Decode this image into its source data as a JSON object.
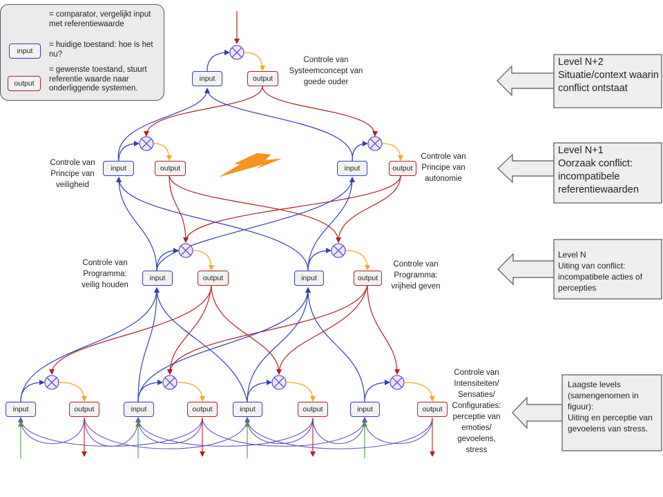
{
  "legend": {
    "comparator": "= comparator, vergelijkt input met referentiewaarde",
    "input_box": "input",
    "input_text": "= huidige toestand: hoe is het nu?",
    "output_box": "output",
    "output_text": "= gewenste toestand, stuurt referentie waarde naar onderliggende systemen."
  },
  "boxes": {
    "input": "input",
    "output": "output"
  },
  "labels": {
    "top": "Controle van Systeemconcept van goede ouder",
    "left_principle": "Controle van Principe van veiligheid",
    "right_principle": "Controle van Principe van autonomie",
    "left_program": "Controle van Programma: veilig houden",
    "right_program": "Controle van Programma: vrijheid geven",
    "bottom": "Controle van Intensiteiten/ Sensaties/ Configuraties: perceptie van emoties/ gevoelens, stress"
  },
  "levels": [
    {
      "title": "Level N+2",
      "text": "Situatie/context waarin conflict ontstaat"
    },
    {
      "title": "Level N+1",
      "text": "Oorzaak conflict: incompatibele referentiewaarden"
    },
    {
      "title": "Level N",
      "text": "Uiting van conflict: incompatibele acties of percepties"
    },
    {
      "title": "Laagste levels (samengenomen in figuur):",
      "text": "Uiting en perceptie van gevoelens van stress."
    }
  ],
  "colors": {
    "input": "#2f3fb5",
    "output": "#b02020",
    "comparator": "#6a4fc2",
    "orange": "#f5a623",
    "green": "#4c9a3f",
    "lightning": "#f7931e"
  }
}
